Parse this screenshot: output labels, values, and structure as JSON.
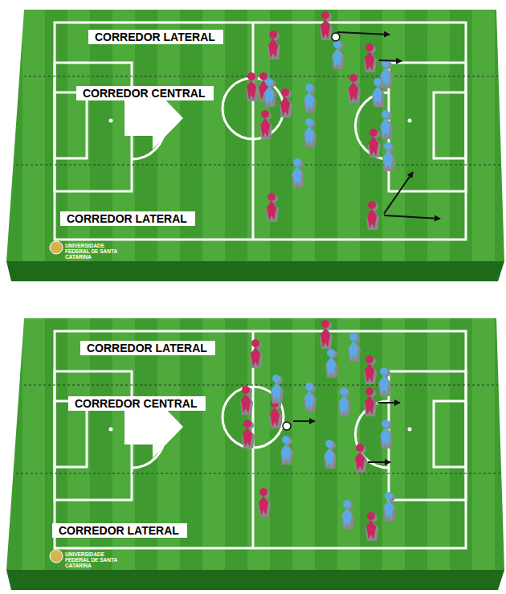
{
  "diagram": {
    "nodes": [
      {
        "text": [
          "CORREDOR LATERAL"
        ]
      },
      {
        "text": [
          "CORREDOR CENTRAL"
        ]
      },
      {
        "text": [
          "CORREDOR LATERAL"
        ]
      },
      {
        "text": [
          "CORREDOR LATERAL"
        ]
      },
      {
        "text": [
          "CORREDOR CENTRAL"
        ]
      },
      {
        "text": [
          "CORREDOR LATERAL"
        ]
      }
    ],
    "edges": [],
    "labels": [
      "UNIVERSIDADE FEDERAL DE SANTA CATARINA",
      "UNIVERSIDADE FEDERAL DE SANTA CATARINA"
    ]
  }
}
